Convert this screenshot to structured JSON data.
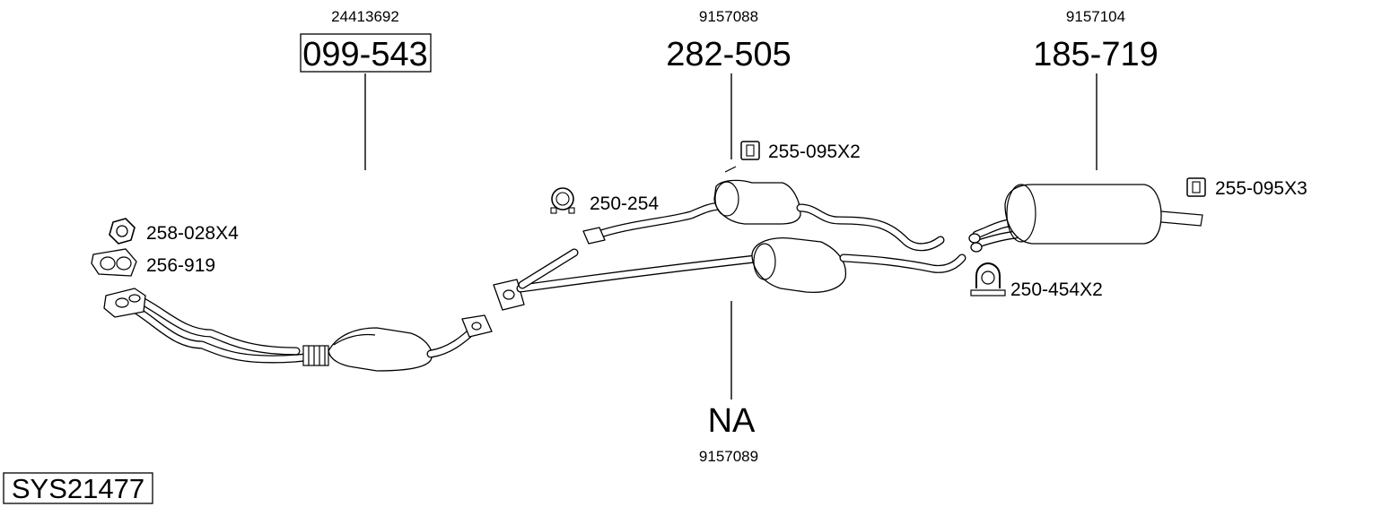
{
  "system_code": "SYS21477",
  "main_parts": [
    {
      "part_number": "099-543",
      "oem_number": "24413692",
      "boxed": true
    },
    {
      "part_number": "282-505",
      "oem_number": "9157088",
      "boxed": false
    },
    {
      "part_number": "185-719",
      "oem_number": "9157104",
      "boxed": false
    },
    {
      "part_number": "NA",
      "oem_number": "9157089",
      "boxed": false
    }
  ],
  "accessories": [
    {
      "label": "258-028X4",
      "icon": "nut-icon"
    },
    {
      "label": "256-919",
      "icon": "gasket-icon"
    },
    {
      "label": "250-254",
      "icon": "pipe-clamp-icon"
    },
    {
      "label": "255-095X2",
      "icon": "rubber-mount-icon"
    },
    {
      "label": "255-095X3",
      "icon": "rubber-mount-icon"
    },
    {
      "label": "250-454X2",
      "icon": "u-clamp-icon"
    }
  ]
}
